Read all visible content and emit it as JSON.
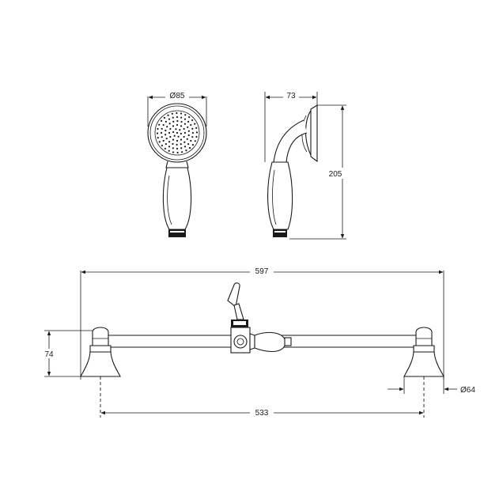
{
  "dimensions": {
    "head_diameter": "Ø85",
    "head_depth": "73",
    "handset_height": "205",
    "bar_length": "597",
    "centres": "533",
    "pillar_height": "74",
    "pillar_diameter": "Ø64"
  }
}
